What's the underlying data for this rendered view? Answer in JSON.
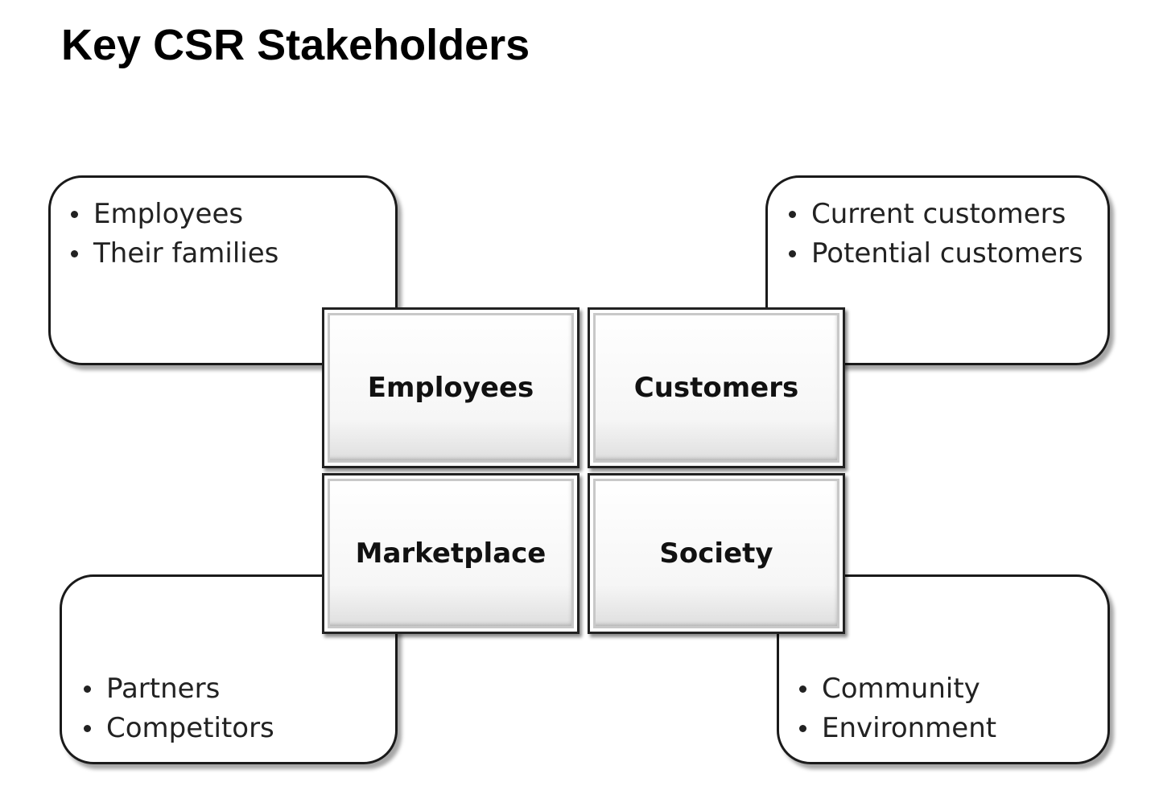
{
  "title": "Key CSR Stakeholders",
  "categories": [
    {
      "label": "Employees",
      "items": [
        "Employees",
        "Their families"
      ]
    },
    {
      "label": "Customers",
      "items": [
        "Current customers",
        "Potential customers"
      ]
    },
    {
      "label": "Marketplace",
      "items": [
        "Partners",
        "Competitors"
      ]
    },
    {
      "label": "Society",
      "items": [
        "Community",
        "Environment"
      ]
    }
  ]
}
